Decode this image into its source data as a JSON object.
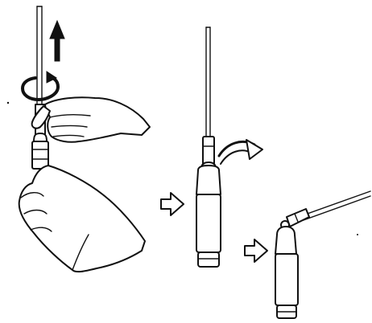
{
  "figure": {
    "steps": [
      {
        "id": "step-1",
        "action": "pull-up-and-twist",
        "icons": [
          "up-arrow-icon",
          "rotate-arrow-icon"
        ]
      },
      {
        "id": "step-2",
        "action": "fold-collar",
        "icons": [
          "curved-arrow-icon"
        ]
      },
      {
        "id": "step-3",
        "action": "bend-antenna",
        "icons": []
      }
    ],
    "transition_icons": [
      "right-arrow-icon",
      "right-arrow-icon"
    ],
    "colors": {
      "ink": "#111111",
      "paper": "#ffffff"
    }
  }
}
